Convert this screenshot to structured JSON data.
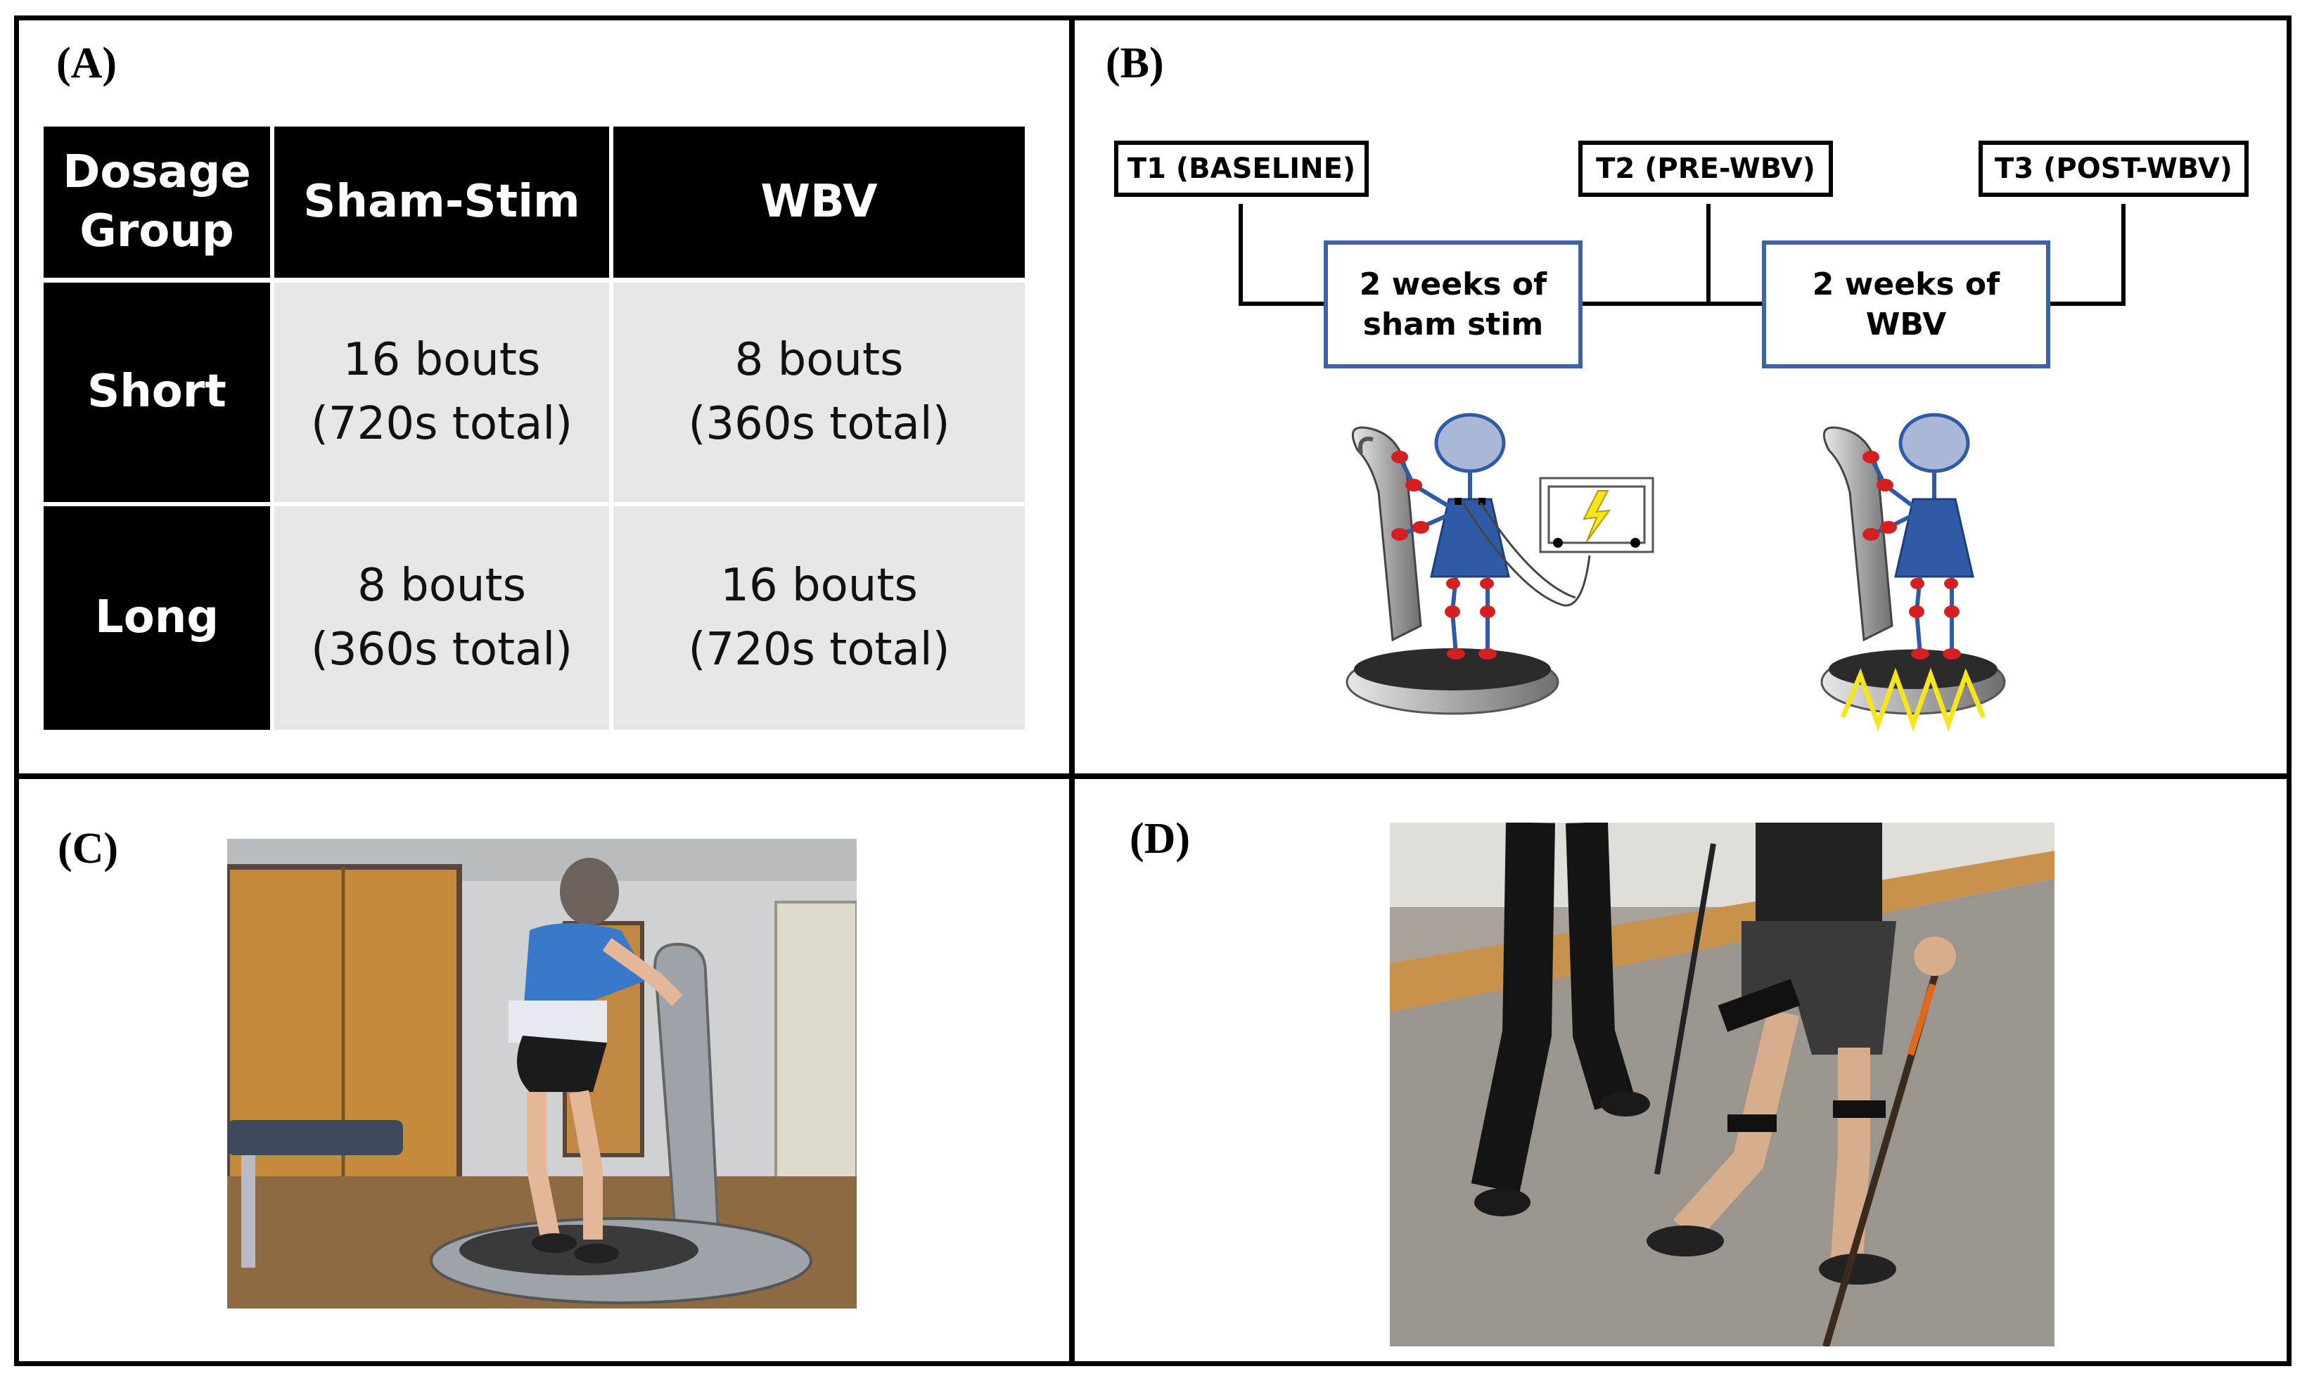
{
  "panels": {
    "a": {
      "label": "(A)"
    },
    "b": {
      "label": "(B)"
    },
    "c": {
      "label": "(C)"
    },
    "d": {
      "label": "(D)"
    }
  },
  "table": {
    "header": {
      "corner_line1": "Dosage",
      "corner_line2": "Group",
      "col1": "Sham-Stim",
      "col2": "WBV"
    },
    "rows": [
      {
        "group": "Short",
        "sham_line1": "16 bouts",
        "sham_line2": "(720s total)",
        "wbv_line1": "8 bouts",
        "wbv_line2": "(360s total)"
      },
      {
        "group": "Long",
        "sham_line1": "8 bouts",
        "sham_line2": "(360s total)",
        "wbv_line1": "16 bouts",
        "wbv_line2": "(720s total)"
      }
    ]
  },
  "timeline": {
    "t1": "T1 (BASELINE)",
    "t2": "T2 (PRE-WBV)",
    "t3": "T3 (POST-WBV)",
    "phase1_line1": "2 weeks of",
    "phase1_line2": "sham stim",
    "phase2_line1": "2 weeks of",
    "phase2_line2": "WBV"
  },
  "colors": {
    "box_border": "#3d62a8",
    "figure_blue": "#2f5aa6",
    "joint_red": "#d42020",
    "vibration_yellow": "#f5e51a"
  },
  "icons": {
    "stim_device": "lightning-bolt-icon"
  }
}
